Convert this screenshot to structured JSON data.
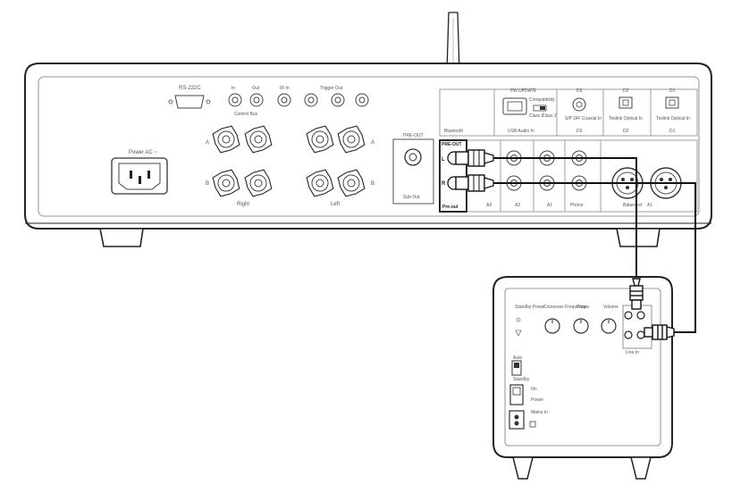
{
  "amplifier": {
    "rs232_label": "RS-232C",
    "control_bus_label": "Control Bus",
    "ir_in_label": "IR In",
    "trigger_out_label": "Trigger Out",
    "in_label": "In",
    "out_label": "Out",
    "power_label": "Power AC ~",
    "speaker_a_label": "A",
    "speaker_b_label": "B",
    "right_label": "Right",
    "left_label": "Left",
    "sub_out_header": "PRE-OUT",
    "sub_out_label": "Sub Out",
    "preout_header": "PRE-OUT",
    "preout_label": "Pre-out",
    "preout_l": "L",
    "preout_r": "R",
    "usb_header": "FW UPDATE",
    "usb_label": "USB Audio In",
    "compat_label": "Compatibility",
    "class1_label": "Class 1",
    "class2_label": "Class 2",
    "coax_label": "S/P DIF Coaxial In",
    "toslink_label_1": "Toslink Optical In",
    "toslink_label_2": "Toslink Optical In",
    "input_a1": "A1",
    "input_a2": "A2",
    "input_a3": "A3",
    "input_phono": "Phono",
    "input_balanced": "Balanced",
    "input_xlr_a1": "A1",
    "d1": "D1",
    "d2": "D2",
    "d3": "D3",
    "bt_label": "Bluetooth"
  },
  "subwoofer": {
    "standby_label": "Standby Power",
    "crossover_label": "Crossover Frequency",
    "phase_label": "Phase",
    "volume_label": "Volume",
    "line_in_label": "Line In",
    "auto_label": "Auto",
    "on_label": "On",
    "standby_switch_label": "Standby",
    "power_label": "Power",
    "mains_label": "Mains In"
  },
  "colors": {
    "line": "#1a1a1a",
    "panel_gray": "#888888",
    "background": "#ffffff"
  }
}
